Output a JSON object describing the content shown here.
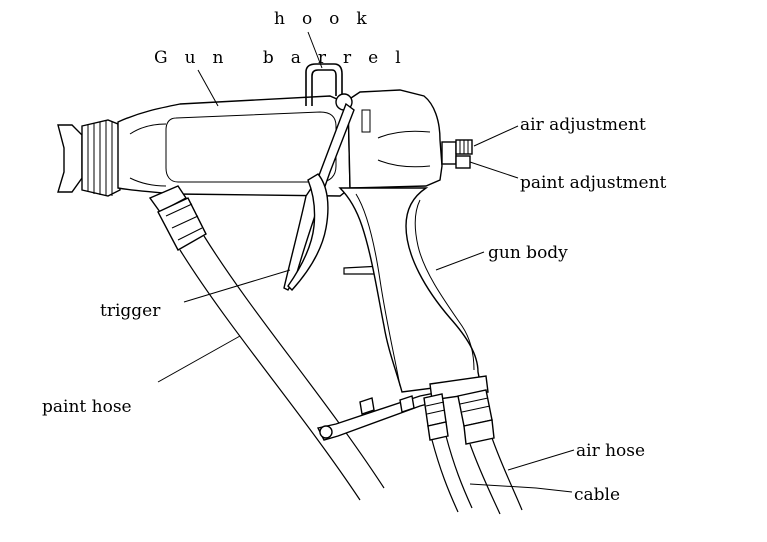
{
  "labels": {
    "hook": "hook",
    "gun_barrel": "Gun barrel",
    "air_adjustment": "air adjustment",
    "paint_adjustment": "paint adjustment",
    "gun_body": "gun body",
    "trigger": "trigger",
    "paint_hose": "paint hose",
    "air_hose": "air hose",
    "cable": "cable"
  }
}
